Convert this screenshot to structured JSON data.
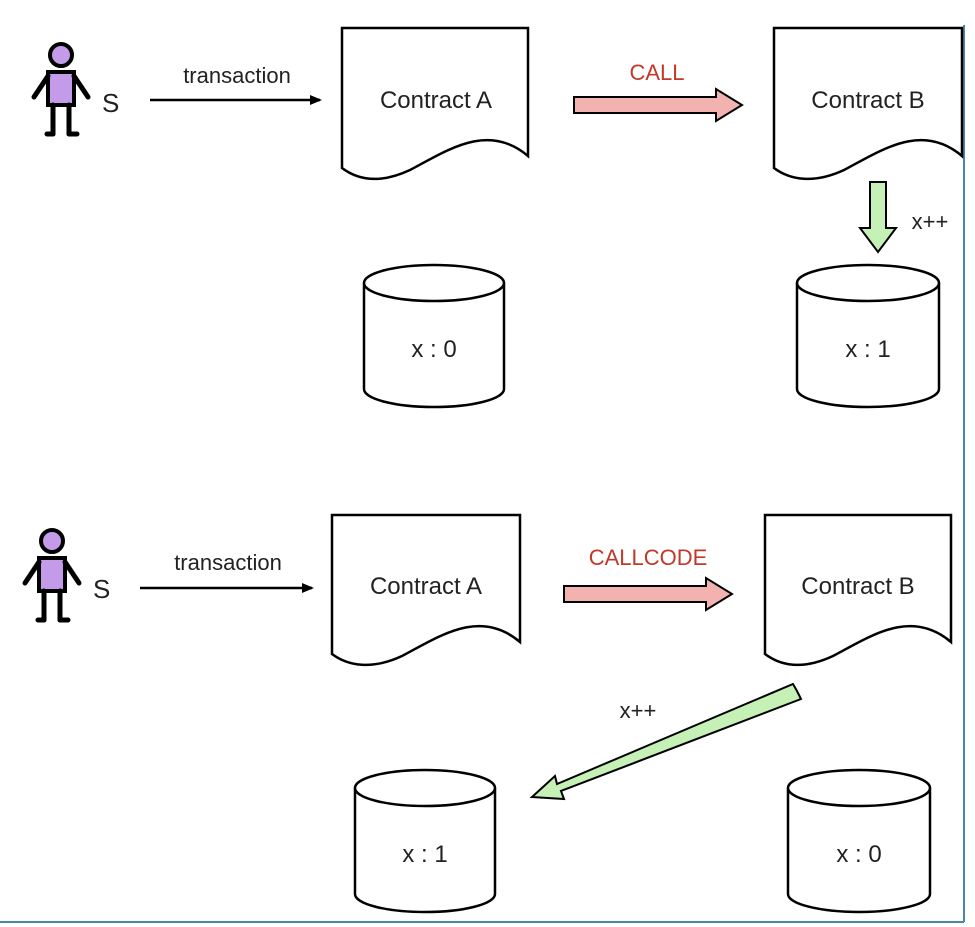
{
  "colors": {
    "person_body": "#c49be8",
    "call_arrow": "#f2b3b0",
    "write_arrow": "#c5f0b6",
    "call_label": "#c0392b",
    "border": "#4a86a8"
  },
  "panels": [
    {
      "sender": "S",
      "transaction_label": "transaction",
      "contract_a": "Contract A",
      "contract_b": "Contract B",
      "call_label": "CALL",
      "increment_label": "x++",
      "storage_a": "x : 0",
      "storage_b": "x : 1"
    },
    {
      "sender": "S",
      "transaction_label": "transaction",
      "contract_a": "Contract A",
      "contract_b": "Contract B",
      "call_label": "CALLCODE",
      "increment_label": "x++",
      "storage_a": "x : 1",
      "storage_b": "x : 0"
    }
  ]
}
